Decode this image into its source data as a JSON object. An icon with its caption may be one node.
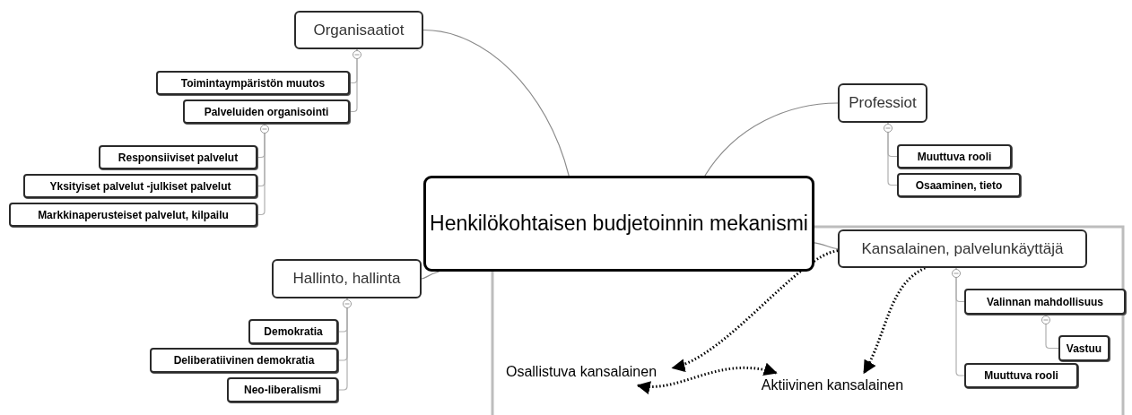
{
  "diagram": {
    "nodes": [
      {
        "text": [
          "Henkilökohtaisen budjetoinnin mekanismi"
        ]
      },
      {
        "text": [
          "Organisaatiot"
        ]
      },
      {
        "text": [
          "Toimintaympäristön muutos"
        ]
      },
      {
        "text": [
          "Palveluiden organisointi"
        ]
      },
      {
        "text": [
          "Responsiiviset palvelut"
        ]
      },
      {
        "text": [
          "Yksityiset palvelut -julkiset palvelut"
        ]
      },
      {
        "text": [
          "Markkinaperusteiset palvelut, kilpailu"
        ]
      },
      {
        "text": [
          "Professiot"
        ]
      },
      {
        "text": [
          "Muuttuva rooli"
        ]
      },
      {
        "text": [
          "Osaaminen, tieto"
        ]
      },
      {
        "text": [
          "Hallinto, hallinta"
        ]
      },
      {
        "text": [
          "Demokratia"
        ]
      },
      {
        "text": [
          "Deliberatiivinen demokratia"
        ]
      },
      {
        "text": [
          "Neo-liberalismi"
        ]
      },
      {
        "text": [
          "Kansalainen, palvelunkäyttäjä"
        ]
      },
      {
        "text": [
          "Valinnan mahdollisuus"
        ]
      },
      {
        "text": [
          "Vastuu"
        ]
      },
      {
        "text": [
          "Muuttuva rooli"
        ]
      },
      {
        "text": [
          "Osallistuva kansalainen"
        ]
      },
      {
        "text": [
          "Aktiivinen kansalainen"
        ]
      }
    ],
    "edges": [
      {
        "from": 0,
        "to": 1,
        "arrow": "none"
      },
      {
        "from": 0,
        "to": 7,
        "arrow": "none"
      },
      {
        "from": 0,
        "to": 10,
        "arrow": "none"
      },
      {
        "from": 0,
        "to": 14,
        "arrow": "none"
      },
      {
        "from": 1,
        "to": 2,
        "arrow": "none"
      },
      {
        "from": 1,
        "to": 3,
        "arrow": "none"
      },
      {
        "from": 3,
        "to": 4,
        "arrow": "none"
      },
      {
        "from": 3,
        "to": 5,
        "arrow": "none"
      },
      {
        "from": 3,
        "to": 6,
        "arrow": "none"
      },
      {
        "from": 7,
        "to": 8,
        "arrow": "none"
      },
      {
        "from": 7,
        "to": 9,
        "arrow": "none"
      },
      {
        "from": 10,
        "to": 11,
        "arrow": "none"
      },
      {
        "from": 10,
        "to": 12,
        "arrow": "none"
      },
      {
        "from": 10,
        "to": 13,
        "arrow": "none"
      },
      {
        "from": 14,
        "to": 15,
        "arrow": "none"
      },
      {
        "from": 15,
        "to": 16,
        "arrow": "none"
      },
      {
        "from": 14,
        "to": 17,
        "arrow": "none"
      },
      {
        "from": 14,
        "to": 18,
        "arrow": "to",
        "style": "dashed",
        "color": "#000000"
      },
      {
        "from": 14,
        "to": 19,
        "arrow": "to",
        "style": "dashed",
        "color": "#000000"
      },
      {
        "from": 18,
        "to": 19,
        "arrow": "both",
        "style": "dashed",
        "color": "#000000"
      }
    ]
  }
}
